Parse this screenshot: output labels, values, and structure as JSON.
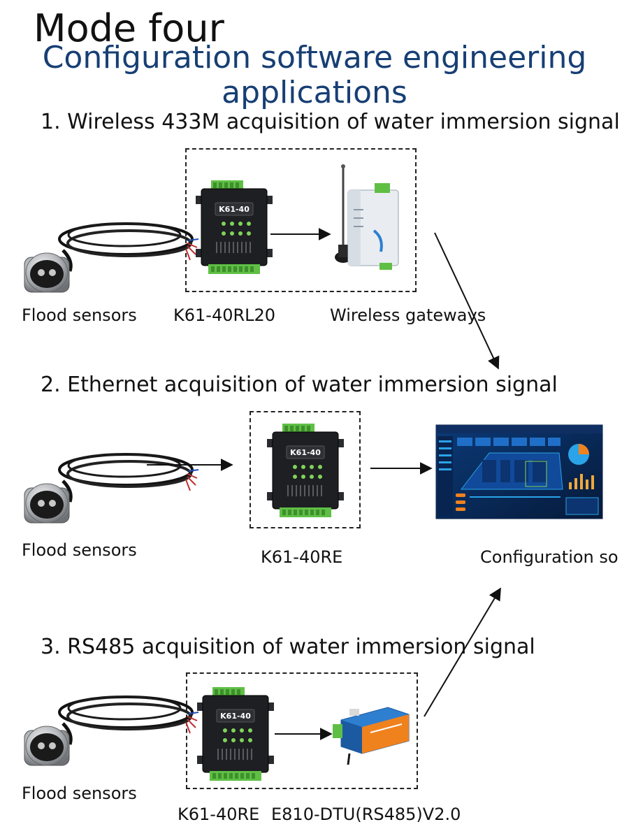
{
  "header": {
    "title": "Mode four",
    "subtitle_line1": "Configuration software engineering",
    "subtitle_line2": "applications"
  },
  "sections": [
    {
      "heading": "1. Wireless 433M acquisition of water immersion signal",
      "labels": {
        "sensor": "Flood sensors",
        "device": "K61-40RL20",
        "gateway": "Wireless gateways"
      }
    },
    {
      "heading": "2. Ethernet acquisition of water immersion signal",
      "labels": {
        "sensor": "Flood sensors",
        "device": "K61-40RE",
        "software": "Configuration so"
      }
    },
    {
      "heading": "3. RS485 acquisition of water immersion signal",
      "labels": {
        "sensor": "Flood sensors",
        "device": "K61-40RE",
        "dtu": "E810-DTU(RS485)V2.0"
      }
    }
  ],
  "device_badge": "K61-40",
  "colors": {
    "subtitle": "#173f74",
    "device_body": "#1e1f22",
    "terminal": "#5fbf45",
    "led": "#7fd35a",
    "gateway_body": "#e9edf2",
    "dtu_body": "#2f7fd0",
    "dtu_accent": "#f0821e",
    "screen_bg": "#0a2a5a"
  }
}
